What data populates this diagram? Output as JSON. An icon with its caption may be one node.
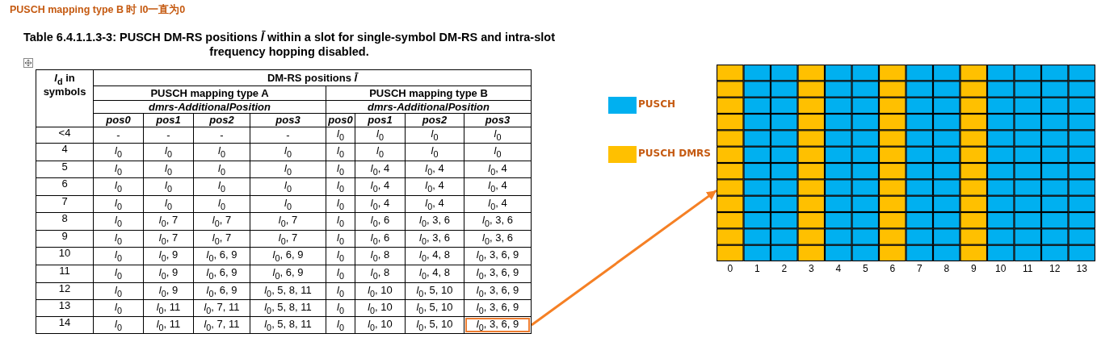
{
  "diagram": {
    "title": "PUSCH mapping type B 时 l0一直为0",
    "caption": "Table 6.4.1.1.3-3: PUSCH DM-RS positions *l̄* within a slot for single-symbol DM-RS and intra-slot frequency hopping disabled.",
    "nodes": [
      {
        "text": [
          "*l*$_{0}$, 3, 6, 9"
        ]
      },
      {
        "text": [],
        "shape": "box"
      }
    ],
    "edges": [
      {
        "from": 0,
        "to": 1,
        "arrow": "to",
        "color": "#f58025"
      }
    ],
    "labels": [
      "*l*$_{d}$ in symbols",
      "DM-RS positions *l̄*",
      "PUSCH mapping type A",
      "PUSCH mapping type B",
      "dmrs-AdditionalPosition",
      "dmrs-AdditionalPosition",
      "pos0",
      "pos1",
      "pos2",
      "pos3",
      "pos0",
      "pos1",
      "pos2",
      "pos3",
      "<4",
      "-",
      "-",
      "-",
      "-",
      "*l*$_{0}$",
      "*l*$_{0}$",
      "*l*$_{0}$",
      "*l*$_{0}$",
      "4",
      "*l*$_{0}$",
      "*l*$_{0}$",
      "*l*$_{0}$",
      "*l*$_{0}$",
      "*l*$_{0}$",
      "*l*$_{0}$",
      "*l*$_{0}$",
      "*l*$_{0}$",
      "5",
      "*l*$_{0}$",
      "*l*$_{0}$",
      "*l*$_{0}$",
      "*l*$_{0}$",
      "*l*$_{0}$",
      "*l*$_{0}$, 4",
      "*l*$_{0}$, 4",
      "*l*$_{0}$, 4",
      "6",
      "*l*$_{0}$",
      "*l*$_{0}$",
      "*l*$_{0}$",
      "*l*$_{0}$",
      "*l*$_{0}$",
      "*l*$_{0}$, 4",
      "*l*$_{0}$, 4",
      "*l*$_{0}$, 4",
      "7",
      "*l*$_{0}$",
      "*l*$_{0}$",
      "*l*$_{0}$",
      "*l*$_{0}$",
      "*l*$_{0}$",
      "*l*$_{0}$, 4",
      "*l*$_{0}$, 4",
      "*l*$_{0}$, 4",
      "8",
      "*l*$_{0}$",
      "*l*$_{0}$, 7",
      "*l*$_{0}$, 7",
      "*l*$_{0}$, 7",
      "*l*$_{0}$",
      "*l*$_{0}$, 6",
      "*l*$_{0}$, 3, 6",
      "*l*$_{0}$, 3, 6",
      "9",
      "*l*$_{0}$",
      "*l*$_{0}$, 7",
      "*l*$_{0}$, 7",
      "*l*$_{0}$, 7",
      "*l*$_{0}$",
      "*l*$_{0}$, 6",
      "*l*$_{0}$, 3, 6",
      "*l*$_{0}$, 3, 6",
      "10",
      "*l*$_{0}$",
      "*l*$_{0}$, 9",
      "*l*$_{0}$, 6, 9",
      "*l*$_{0}$, 6, 9",
      "*l*$_{0}$",
      "*l*$_{0}$, 8",
      "*l*$_{0}$, 4, 8",
      "*l*$_{0}$, 3, 6, 9",
      "11",
      "*l*$_{0}$",
      "*l*$_{0}$, 9",
      "*l*$_{0}$, 6, 9",
      "*l*$_{0}$, 6, 9",
      "*l*$_{0}$",
      "*l*$_{0}$, 8",
      "*l*$_{0}$, 4, 8",
      "*l*$_{0}$, 3, 6, 9",
      "12",
      "*l*$_{0}$",
      "*l*$_{0}$, 9",
      "*l*$_{0}$, 6, 9",
      "*l*$_{0}$, 5, 8, 11",
      "*l*$_{0}$",
      "*l*$_{0}$, 10",
      "*l*$_{0}$, 5, 10",
      "*l*$_{0}$, 3, 6, 9",
      "13",
      "*l*$_{0}$",
      "*l*$_{0}$, 11",
      "*l*$_{0}$, 7, 11",
      "*l*$_{0}$, 5, 8, 11",
      "*l*$_{0}$",
      "*l*$_{0}$, 10",
      "*l*$_{0}$, 5, 10",
      "*l*$_{0}$, 3, 6, 9",
      "14",
      "*l*$_{0}$",
      "*l*$_{0}$, 11",
      "*l*$_{0}$, 7, 11",
      "*l*$_{0}$, 5, 8, 11",
      "*l*$_{0}$",
      "*l*$_{0}$, 10",
      "*l*$_{0}$, 5, 10",
      "0",
      "1",
      "2",
      "3",
      "4",
      "5",
      "6",
      "7",
      "8",
      "9",
      "10",
      "11",
      "12",
      "13"
    ],
    "legend": [
      {
        "text": "PUSCH",
        "color": "#00b0f0"
      },
      {
        "text": "PUSCH DMRS",
        "color": "#ffc000"
      }
    ]
  }
}
